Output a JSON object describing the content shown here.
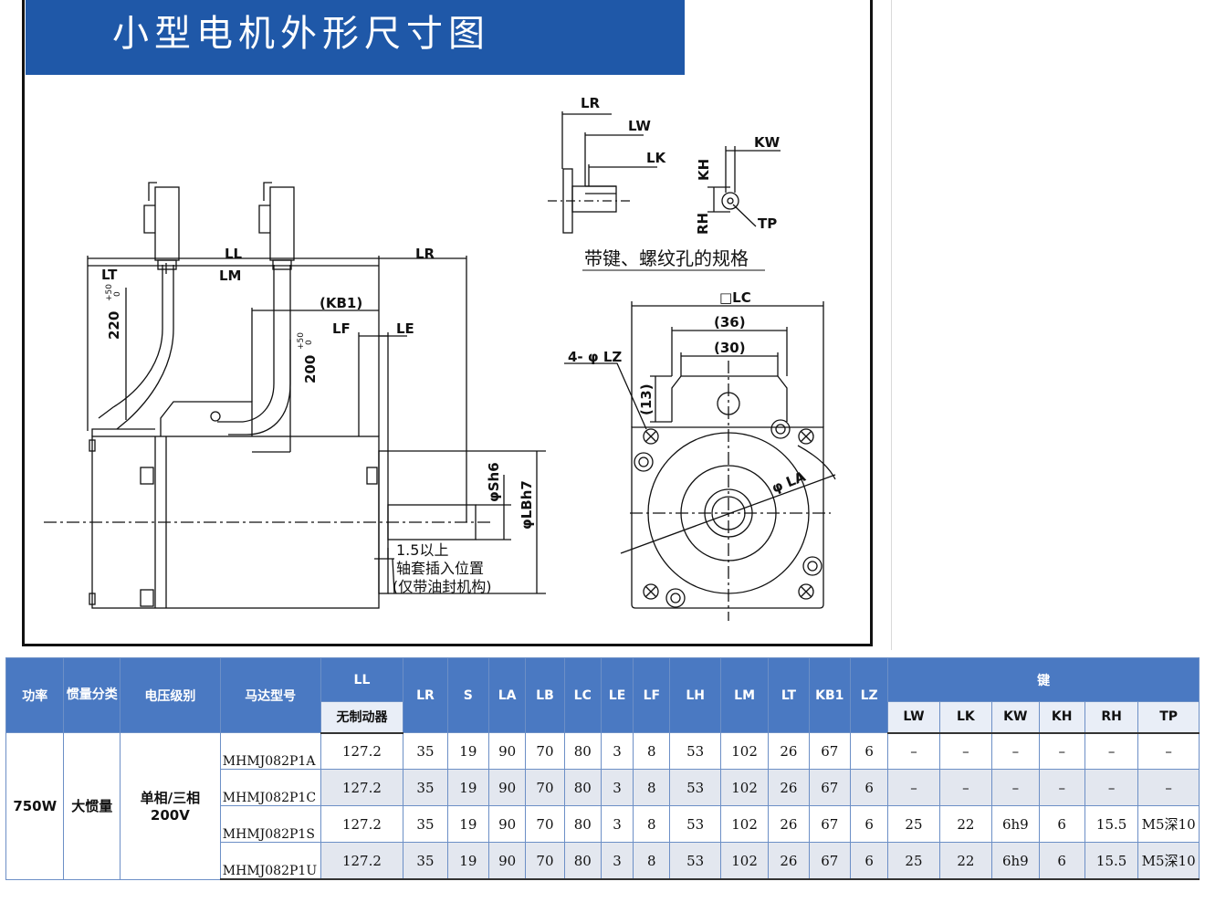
{
  "title": "小型电机外形尺寸图",
  "drawing": {
    "side_labels": {
      "ll": "LL",
      "lt": "LT",
      "lm": "LM",
      "lr": "LR",
      "kb1": "(KB1)",
      "lf": "LF",
      "le": "LE",
      "cable1_len": "220",
      "cable1_tol": "+50",
      "cable1_tol0": "0",
      "cable2_len": "200",
      "cable2_tol": "+50",
      "cable2_tol0": "0",
      "s": "φSh6",
      "lb": "φLBh7",
      "note1": "1.5以上",
      "note2": "轴套插入位置",
      "note3": "(仅带油封机构)"
    },
    "key_labels": {
      "lr": "LR",
      "lw": "LW",
      "lk": "LK",
      "kw": "KW",
      "kh": "KH",
      "rh": "RH",
      "tp": "TP",
      "caption": "带键、螺纹孔的规格"
    },
    "front_labels": {
      "lc": "□LC",
      "d36": "(36)",
      "d30": "(30)",
      "lz": "4- φ LZ",
      "d13": "(13)",
      "la": "φ LA"
    }
  },
  "table": {
    "headers": {
      "power": "功率",
      "inertia": "惯量分类",
      "voltage": "电压级别",
      "model": "马达型号",
      "ll": "LL",
      "ll_sub": "无制动器",
      "lr": "LR",
      "s": "S",
      "la": "LA",
      "lb": "LB",
      "lc": "LC",
      "le": "LE",
      "lf": "LF",
      "lh": "LH",
      "lm": "LM",
      "lt": "LT",
      "kb1": "KB1",
      "lz": "LZ",
      "key": "键",
      "lw": "LW",
      "lk": "LK",
      "kw": "KW",
      "kh": "KH",
      "rh": "RH",
      "tp": "TP"
    },
    "power": "750W",
    "inertia": "大惯量",
    "voltage_line1": "单相/三相",
    "voltage_line2": "200V",
    "rows": [
      {
        "model": "MHMJ082P1A",
        "ll": "127.2",
        "lr": "35",
        "s": "19",
        "la": "90",
        "lb": "70",
        "lc": "80",
        "le": "3",
        "lf": "8",
        "lh": "53",
        "lm": "102",
        "lt": "26",
        "kb1": "67",
        "lz": "6",
        "lw": "–",
        "lk": "–",
        "kw": "–",
        "kh": "–",
        "rh": "–",
        "tp": "–"
      },
      {
        "model": "MHMJ082P1C",
        "ll": "127.2",
        "lr": "35",
        "s": "19",
        "la": "90",
        "lb": "70",
        "lc": "80",
        "le": "3",
        "lf": "8",
        "lh": "53",
        "lm": "102",
        "lt": "26",
        "kb1": "67",
        "lz": "6",
        "lw": "–",
        "lk": "–",
        "kw": "–",
        "kh": "–",
        "rh": "–",
        "tp": "–"
      },
      {
        "model": "MHMJ082P1S",
        "ll": "127.2",
        "lr": "35",
        "s": "19",
        "la": "90",
        "lb": "70",
        "lc": "80",
        "le": "3",
        "lf": "8",
        "lh": "53",
        "lm": "102",
        "lt": "26",
        "kb1": "67",
        "lz": "6",
        "lw": "25",
        "lk": "22",
        "kw": "6h9",
        "kh": "6",
        "rh": "15.5",
        "tp": "M5深10"
      },
      {
        "model": "MHMJ082P1U",
        "ll": "127.2",
        "lr": "35",
        "s": "19",
        "la": "90",
        "lb": "70",
        "lc": "80",
        "le": "3",
        "lf": "8",
        "lh": "53",
        "lm": "102",
        "lt": "26",
        "kb1": "67",
        "lz": "6",
        "lw": "25",
        "lk": "22",
        "kw": "6h9",
        "kh": "6",
        "rh": "15.5",
        "tp": "M5深10"
      }
    ]
  }
}
